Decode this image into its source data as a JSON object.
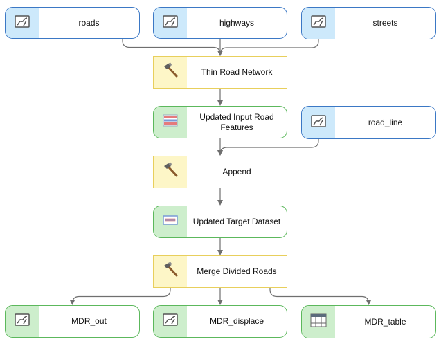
{
  "colors": {
    "data_border": "#3b78c5",
    "data_fill": "#cde9fb",
    "tool_border": "#e8cf5c",
    "tool_fill": "#fdf6c7",
    "derived_border": "#5cb85c",
    "derived_fill": "#cdeecc",
    "connector": "#6f6f6f"
  },
  "nodes": {
    "roads": {
      "label": "roads",
      "kind": "data",
      "icon": "feature-class-icon"
    },
    "highways": {
      "label": "highways",
      "kind": "data",
      "icon": "feature-class-icon"
    },
    "streets": {
      "label": "streets",
      "kind": "data",
      "icon": "feature-class-icon"
    },
    "thin_road_network": {
      "label": "Thin Road Network",
      "kind": "tool",
      "icon": "hammer-icon"
    },
    "updated_input_road_features": {
      "label": "Updated Input Road Features",
      "kind": "derived",
      "icon": "layer-icon"
    },
    "road_line": {
      "label": "road_line",
      "kind": "data",
      "icon": "feature-class-icon"
    },
    "append": {
      "label": "Append",
      "kind": "tool",
      "icon": "hammer-icon"
    },
    "updated_target_dataset": {
      "label": "Updated Target Dataset",
      "kind": "derived",
      "icon": "dataset-icon"
    },
    "merge_divided_roads": {
      "label": "Merge Divided Roads",
      "kind": "tool",
      "icon": "hammer-icon"
    },
    "mdr_out": {
      "label": "MDR_out",
      "kind": "derived",
      "icon": "feature-class-icon"
    },
    "mdr_displace": {
      "label": "MDR_displace",
      "kind": "derived",
      "icon": "feature-class-icon"
    },
    "mdr_table": {
      "label": "MDR_table",
      "kind": "derived",
      "icon": "table-icon"
    }
  },
  "edges": [
    {
      "from": "roads",
      "to": "thin_road_network"
    },
    {
      "from": "highways",
      "to": "thin_road_network"
    },
    {
      "from": "streets",
      "to": "thin_road_network"
    },
    {
      "from": "thin_road_network",
      "to": "updated_input_road_features"
    },
    {
      "from": "updated_input_road_features",
      "to": "append"
    },
    {
      "from": "road_line",
      "to": "append"
    },
    {
      "from": "append",
      "to": "updated_target_dataset"
    },
    {
      "from": "updated_target_dataset",
      "to": "merge_divided_roads"
    },
    {
      "from": "merge_divided_roads",
      "to": "mdr_out"
    },
    {
      "from": "merge_divided_roads",
      "to": "mdr_displace"
    },
    {
      "from": "merge_divided_roads",
      "to": "mdr_table"
    }
  ]
}
